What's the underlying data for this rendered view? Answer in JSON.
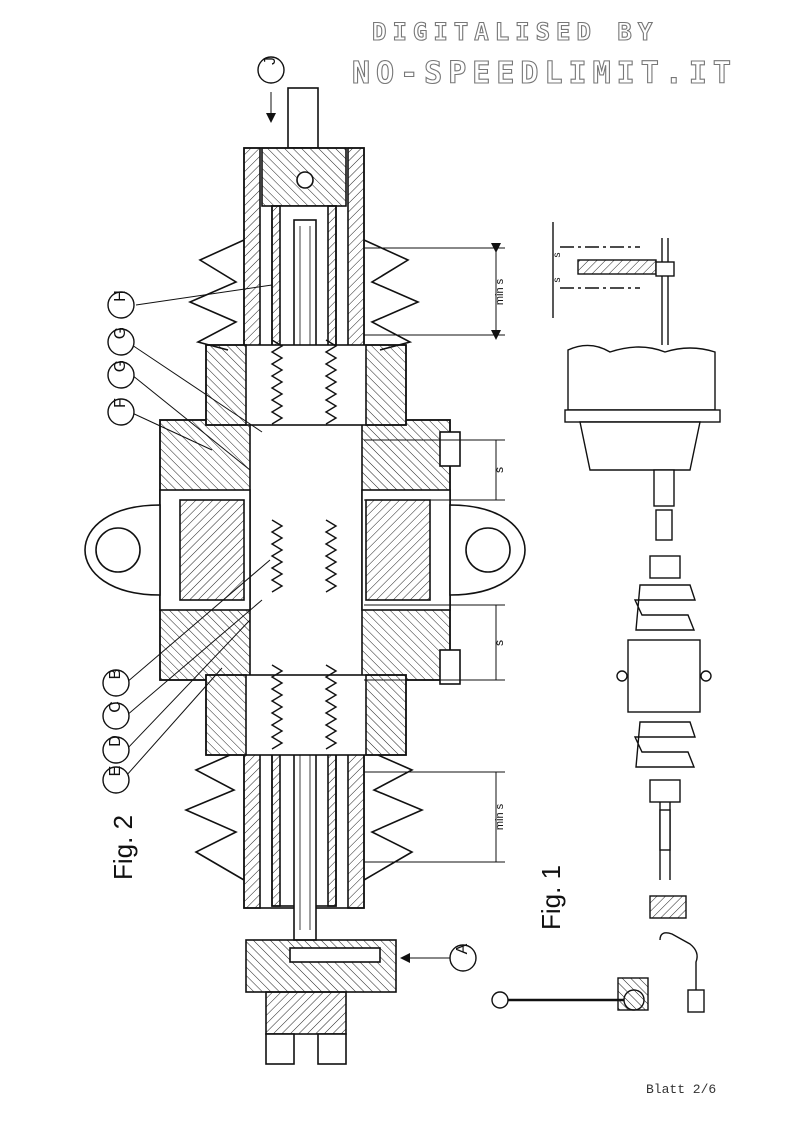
{
  "watermark": {
    "line1": "DIGITALISED BY",
    "line2": "NO-SPEEDLIMIT.IT"
  },
  "figures": {
    "fig1": "Fig. 1",
    "fig2": "Fig. 2"
  },
  "callouts": {
    "A": "A",
    "B": "B",
    "C": "C",
    "D": "D",
    "E": "E",
    "F": "F",
    "G": "G",
    "H": "H",
    "J": "J"
  },
  "dimensions": {
    "s": "s",
    "min_s": "min s"
  },
  "footer": {
    "sheet": "Blatt 2/6"
  }
}
